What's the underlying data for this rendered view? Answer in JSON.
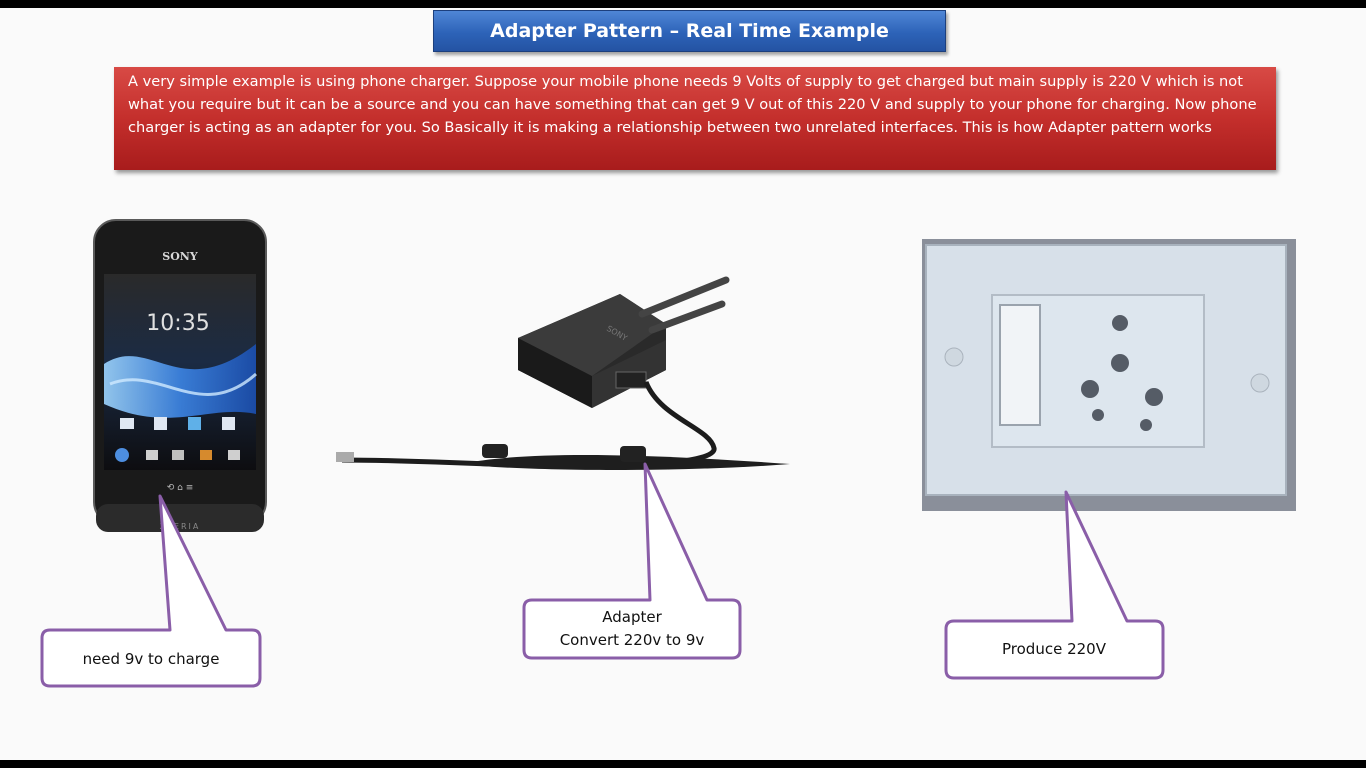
{
  "slide": {
    "title": "Adapter Pattern – Real Time Example",
    "description": "A very simple example is using phone charger. Suppose your mobile phone needs 9 Volts of supply to get charged but main supply is 220 V which is not what you require but it can be a source and you can have something that can get 9 V out of this 220 V and supply to your phone for charging. Now phone charger is acting as an adapter for you.  So Basically it is making a relationship between two unrelated interfaces. This  is how Adapter pattern works",
    "colors": {
      "title_bar": "#2d63b8",
      "description_box": "#c42f2c",
      "callout_border": "#8a5ea8"
    }
  },
  "phone": {
    "brand": "SONY",
    "clock": "10:35",
    "bottom_text": "XPERIA",
    "callout": "need 9v to charge"
  },
  "charger": {
    "brand": "SONY",
    "callout_line1": "Adapter",
    "callout_line2": "Convert 220v to 9v"
  },
  "socket": {
    "callout": "Produce 220V"
  }
}
